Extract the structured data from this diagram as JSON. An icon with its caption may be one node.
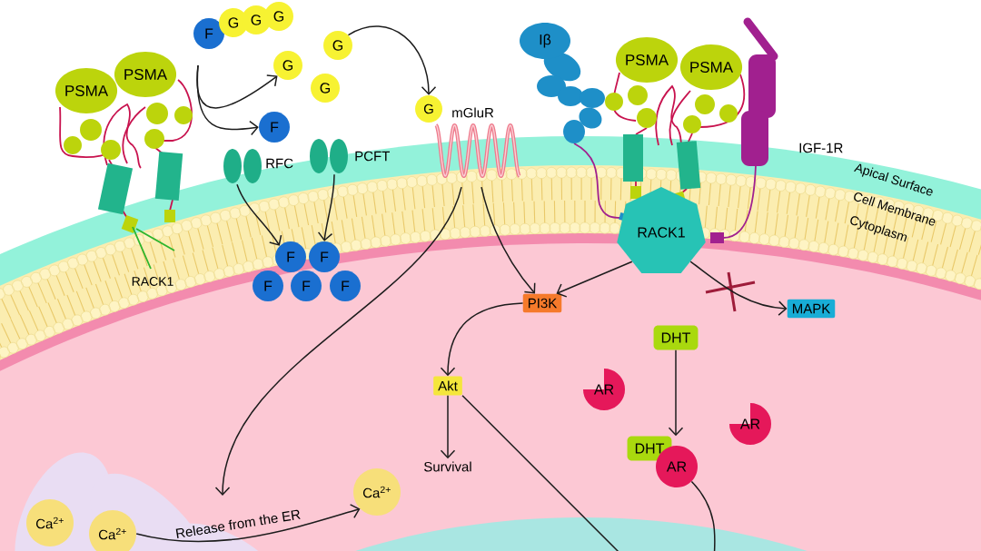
{
  "diagram": {
    "nodes": [
      {
        "text": [
          "PSMA"
        ]
      },
      {
        "text": [
          "PSMA"
        ]
      },
      {
        "text": [
          "F"
        ]
      },
      {
        "text": [
          "G"
        ]
      },
      {
        "text": [
          "G"
        ]
      },
      {
        "text": [
          "G"
        ]
      },
      {
        "text": [
          "G"
        ]
      },
      {
        "text": [
          "G"
        ]
      },
      {
        "text": [
          "G"
        ]
      },
      {
        "text": [
          "F"
        ]
      },
      {
        "text": [],
        "shape": "picture",
        "beside": [
          "RFC"
        ]
      },
      {
        "text": [],
        "shape": "picture",
        "beside": [
          "PCFT"
        ]
      },
      {
        "text": [
          "F"
        ]
      },
      {
        "text": [
          "F"
        ]
      },
      {
        "text": [
          "F"
        ]
      },
      {
        "text": [
          "F"
        ]
      },
      {
        "text": [
          "F"
        ]
      },
      {
        "text": [
          "G"
        ]
      },
      {
        "text": [
          "mGluR"
        ]
      },
      {
        "text": [
          "Iβ"
        ]
      },
      {
        "text": [
          "PSMA"
        ]
      },
      {
        "text": [
          "PSMA"
        ]
      },
      {
        "text": [],
        "shape": "picture",
        "beside": [
          "IGF-1R"
        ]
      },
      {
        "text": [
          "RACK1"
        ]
      },
      {
        "text": [
          "PI3K"
        ]
      },
      {
        "text": [
          "MAPK"
        ]
      },
      {
        "text": [
          "Akt"
        ]
      },
      {
        "text": [
          "Survival"
        ]
      },
      {
        "text": [
          "DHT"
        ]
      },
      {
        "text": [
          "AR"
        ]
      },
      {
        "text": [
          "AR"
        ]
      },
      {
        "text": [
          "DHT"
        ]
      },
      {
        "text": [
          "AR"
        ]
      },
      {
        "text": [
          "Ca$^{2+}$"
        ]
      },
      {
        "text": [
          "Ca$^{2+}$"
        ]
      },
      {
        "text": [
          "Ca$^{2+}$"
        ]
      }
    ],
    "edges": [
      {
        "from": null,
        "to": 7,
        "arrow": "to"
      },
      {
        "from": null,
        "to": 9,
        "arrow": "to"
      },
      {
        "from": 6,
        "to": 17,
        "arrow": "to"
      },
      {
        "from": 10,
        "to": 12,
        "arrow": "to"
      },
      {
        "from": 11,
        "to": 13,
        "arrow": "to"
      },
      {
        "from": 18,
        "to": null,
        "arrow": "to"
      },
      {
        "from": 18,
        "to": 24,
        "arrow": "to"
      },
      {
        "from": 23,
        "to": 24,
        "arrow": "to"
      },
      {
        "from": 23,
        "to": 25,
        "arrow": "to"
      },
      {
        "from": 24,
        "to": 26,
        "arrow": "to"
      },
      {
        "from": 26,
        "to": 27,
        "arrow": "to"
      },
      {
        "from": 26,
        "to": null,
        "arrow": "none"
      },
      {
        "from": 28,
        "to": 31,
        "arrow": "to"
      },
      {
        "from": 32,
        "to": null,
        "arrow": "none"
      },
      {
        "from": 34,
        "to": 35,
        "arrow": "to",
        "label": "Release from the ER"
      }
    ],
    "labels": [
      "RACK1",
      "Apical Surface",
      "Cell Membrane",
      "Cytoplasm"
    ]
  }
}
